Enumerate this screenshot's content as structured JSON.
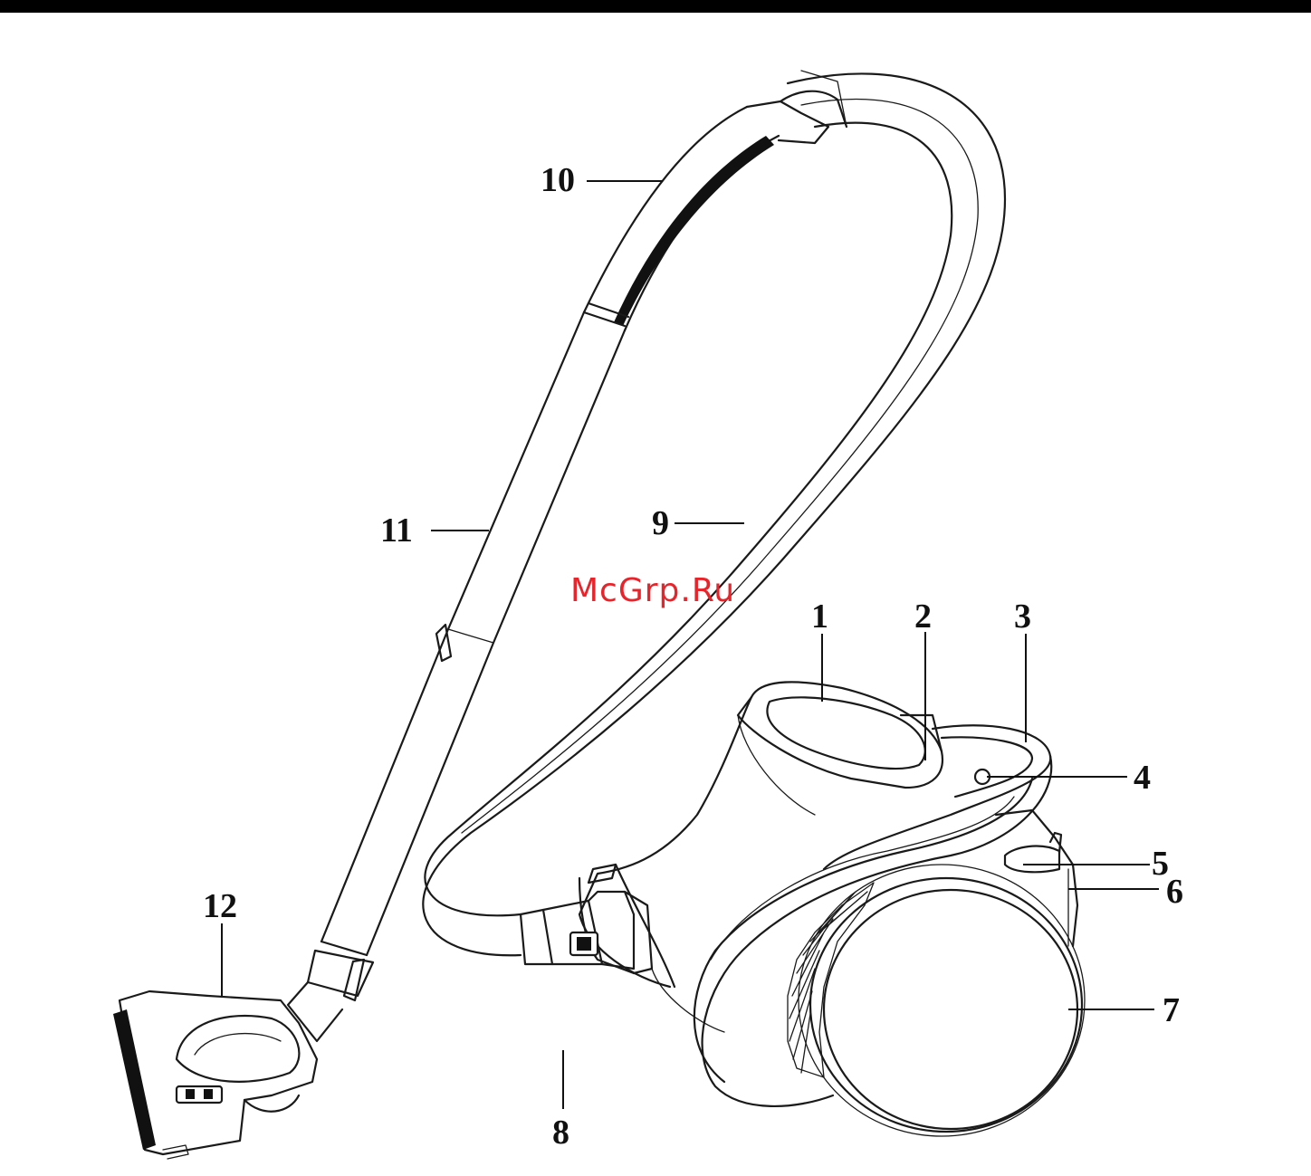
{
  "watermark": "McGrp.Ru",
  "callouts": {
    "c1": "1",
    "c2": "2",
    "c3": "3",
    "c4": "4",
    "c5": "5",
    "c6": "6",
    "c7": "7",
    "c8": "8",
    "c9": "9",
    "c10": "10",
    "c11": "11",
    "c12": "12"
  },
  "colors": {
    "line": "#1a1a1a",
    "watermark": "#e8232a",
    "background": "#ffffff"
  }
}
